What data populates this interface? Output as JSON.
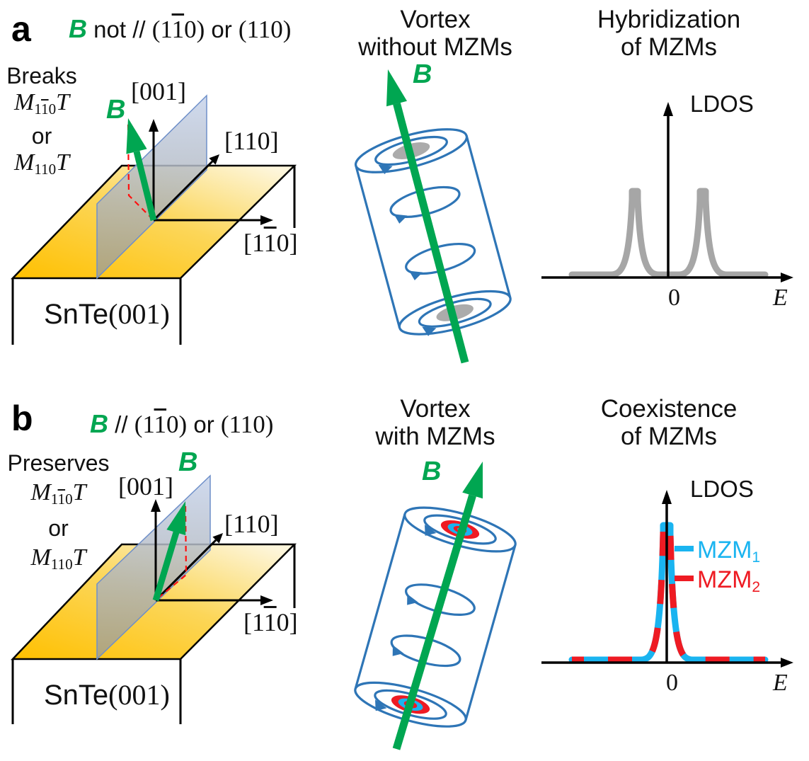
{
  "palette": {
    "field_green": "#00A651",
    "vortex_blue": "#2E75B6",
    "core_gray": "#ABABAB",
    "curve_gray": "#A6A6A6",
    "mzm1_cyan": "#1AB4F0",
    "mzm2_red": "#EE1B23",
    "surface_yellow": "#FFC000",
    "projection_red": "#FF1010"
  },
  "panel_a": {
    "label": "a",
    "condition": {
      "b": "B",
      "mid": " not // ",
      "g1_pre": "(1",
      "g1_bar": "1",
      "g1_post": "0)",
      "or": " or ",
      "g2": "(110)"
    },
    "symmetry": {
      "verb": "Breaks",
      "m1_m": "M",
      "m1_sub_pre": "1",
      "m1_sub_bar": "1",
      "m1_sub_post": "0",
      "m1_t": "T",
      "or": "or",
      "m2_m": "M",
      "m2_sub": "110",
      "m2_t": "T"
    },
    "crystal": {
      "axis_001": "[001]",
      "axis_110": "[110]",
      "axis_1b10_pre": "[1",
      "axis_1b10_bar": "1",
      "axis_1b10_post": "0]",
      "b_label": "B",
      "substrate_main": "SnTe",
      "substrate_plane": "(001)"
    },
    "vortex": {
      "title1": "Vortex",
      "title2": "without MZMs",
      "b_label": "B"
    },
    "ldos": {
      "title1": "Hybridization",
      "title2": "of MZMs",
      "y_label": "LDOS",
      "zero": "0",
      "x_label": "E"
    }
  },
  "panel_b": {
    "label": "b",
    "condition": {
      "b": "B",
      "mid": " // ",
      "g1_pre": "(1",
      "g1_bar": "1",
      "g1_post": "0)",
      "or": " or ",
      "g2": "(110)"
    },
    "symmetry": {
      "verb": "Preserves",
      "m1_m": "M",
      "m1_sub_pre": "1",
      "m1_sub_bar": "1",
      "m1_sub_post": "0",
      "m1_t": "T",
      "or": "or",
      "m2_m": "M",
      "m2_sub": "110",
      "m2_t": "T"
    },
    "crystal": {
      "axis_001": "[001]",
      "axis_110": "[110]",
      "axis_1b10_pre": "[1",
      "axis_1b10_bar": "1",
      "axis_1b10_post": "0]",
      "b_label": "B",
      "substrate_main": "SnTe",
      "substrate_plane": "(001)"
    },
    "vortex": {
      "title1": "Vortex",
      "title2": "with MZMs",
      "b_label": "B"
    },
    "ldos": {
      "title1": "Coexistence",
      "title2": "of MZMs",
      "y_label": "LDOS",
      "zero": "0",
      "x_label": "E",
      "legend": [
        {
          "label": "MZM",
          "sub": "1"
        },
        {
          "label": "MZM",
          "sub": "2"
        }
      ]
    }
  }
}
